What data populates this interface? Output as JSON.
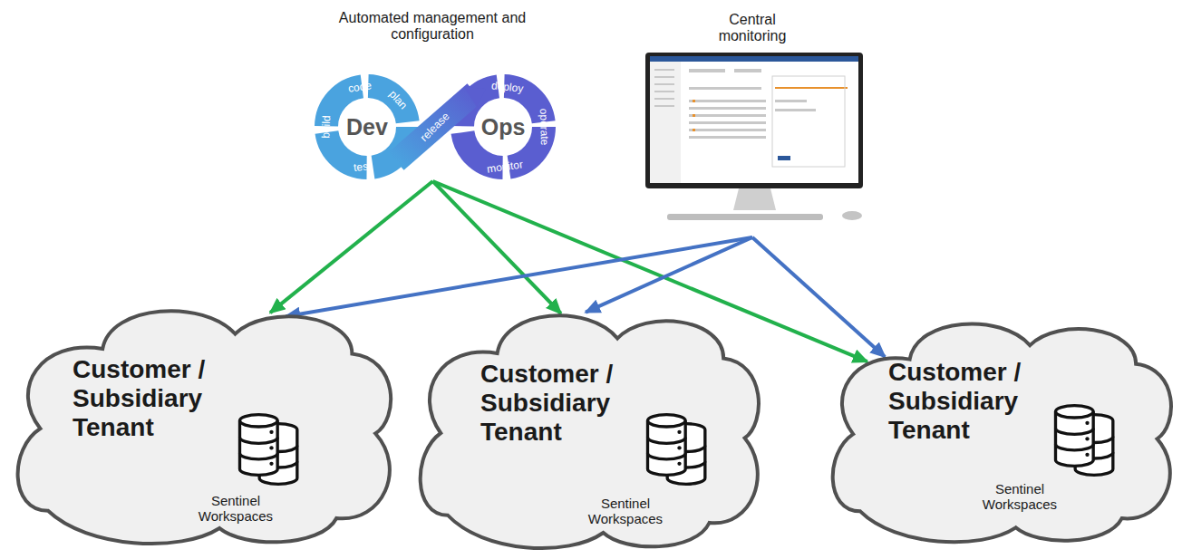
{
  "diagram": {
    "nodes": [
      {
        "text": [
          "Automated management and configuration"
        ]
      },
      {
        "text": [
          "Central monitoring"
        ]
      },
      {
        "text": [
          "Customer / Subsidiary Tenant",
          "Sentinel Workspaces"
        ]
      },
      {
        "text": [
          "Customer / Subsidiary Tenant",
          "Sentinel Workspaces"
        ]
      },
      {
        "text": [
          "Customer / Subsidiary Tenant",
          "Sentinel Workspaces"
        ]
      }
    ],
    "edges": [
      {
        "from": 0,
        "to": 2,
        "arrow": "to"
      },
      {
        "from": 0,
        "to": 3,
        "arrow": "to"
      },
      {
        "from": 0,
        "to": 4,
        "arrow": "to"
      },
      {
        "from": 1,
        "to": 2,
        "arrow": "to"
      },
      {
        "from": 1,
        "to": 3,
        "arrow": "to"
      },
      {
        "from": 1,
        "to": 4,
        "arrow": "to"
      }
    ],
    "labels": [
      "Dev",
      "Ops",
      "code",
      "plan",
      "build",
      "test",
      "release",
      "deploy",
      "operate",
      "monitor"
    ]
  }
}
